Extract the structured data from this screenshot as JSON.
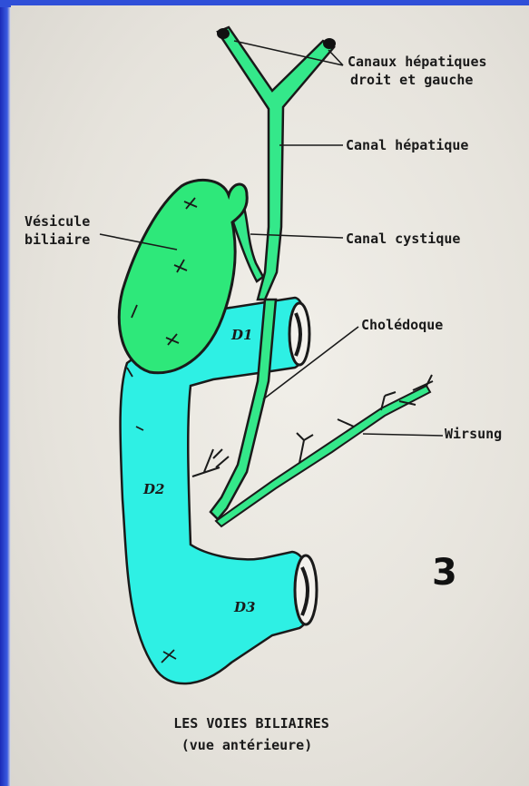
{
  "colors": {
    "gallbladder": "#2ee87a",
    "duodenum": "#2ef0e4",
    "duct": "#34e88a",
    "outline": "#1a1a1a",
    "paper": "#ebe8e1",
    "screen_border": "#1f33c9"
  },
  "labels": {
    "canaux_hepatiques_line1": "Canaux hépatiques",
    "canaux_hepatiques_line2": "droit et gauche",
    "canal_hepatique": "Canal hépatique",
    "vesicule_line1": "Vésicule",
    "vesicule_line2": "biliaire",
    "canal_cystique": "Canal cystique",
    "choledoque": "Cholédoque",
    "wirsung": "Wirsung"
  },
  "segments": {
    "d1": "D1",
    "d2": "D2",
    "d3": "D3"
  },
  "figure_number": "3",
  "caption": {
    "line1": "LES VOIES BILIAIRES",
    "line2": "(vue antérieure)"
  }
}
